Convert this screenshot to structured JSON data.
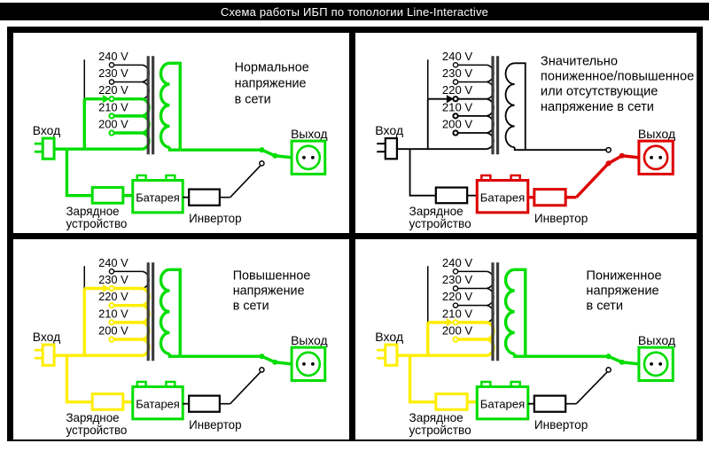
{
  "title": "Схема работы ИБП по топологии Line-Interactive",
  "palette": {
    "green": "#00dd00",
    "yellow": "#ffee00",
    "red": "#dd0000",
    "black": "#000000",
    "core_gray": "#3d3d3d",
    "title_bg": "#000000",
    "title_text": "#ffffff"
  },
  "shared_labels": {
    "input": "Вход",
    "output": "Выход",
    "battery": "Батарея",
    "charger_line1": "Зарядное",
    "charger_line2": "устройство",
    "inverter": "Инвертор",
    "taps": [
      "240 V",
      "230 V",
      "220 V",
      "210 V",
      "200 V"
    ]
  },
  "quadrants": [
    {
      "id": "top-left",
      "caption_lines": [
        "Нормальное",
        "напряжение",
        "в сети"
      ],
      "active_tap_index": 2,
      "switch_position": "mains",
      "wire_colors": {
        "input": "green",
        "secondary": "green",
        "battery_box": "green",
        "battery_to_inverter": "black",
        "inverter_box": "black",
        "switch": "green",
        "socket": "green"
      }
    },
    {
      "id": "top-right",
      "caption_lines": [
        "Значительно",
        "пониженное/повышенное",
        "или отсутствующие",
        "напряжение в сети"
      ],
      "active_tap_index": 2,
      "switch_position": "inverter",
      "wire_colors": {
        "input": "black",
        "secondary": "black",
        "battery_box": "red",
        "battery_to_inverter": "red",
        "inverter_box": "red",
        "switch": "red",
        "socket": "red"
      }
    },
    {
      "id": "bottom-left",
      "caption_lines": [
        "Повышенное",
        "напряжение",
        "в сети"
      ],
      "active_tap_index": 1,
      "switch_position": "mains",
      "wire_colors": {
        "input": "yellow",
        "secondary": "green",
        "battery_box": "green",
        "battery_to_inverter": "black",
        "inverter_box": "black",
        "switch": "green",
        "socket": "green"
      }
    },
    {
      "id": "bottom-right",
      "caption_lines": [
        "Пониженное",
        "напряжение",
        "в сети"
      ],
      "active_tap_index": 3,
      "switch_position": "mains",
      "wire_colors": {
        "input": "yellow",
        "secondary": "green",
        "battery_box": "green",
        "battery_to_inverter": "black",
        "inverter_box": "black",
        "switch": "green",
        "socket": "green"
      }
    }
  ]
}
